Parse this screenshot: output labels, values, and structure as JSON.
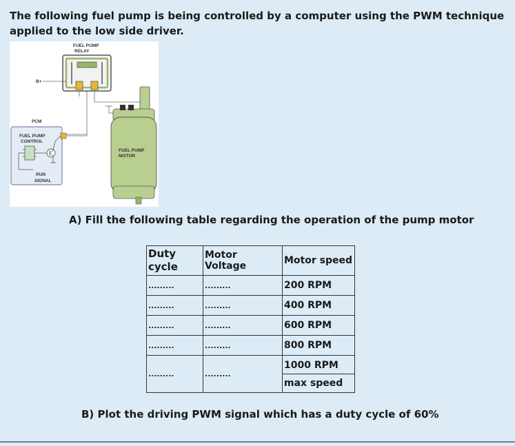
{
  "intro": {
    "text": "The following fuel pump is being controlled by a computer using the PWM technique applied to the low side driver."
  },
  "figure": {
    "relay_label_1": "FUEL PUMP",
    "relay_label_2": "RELAY",
    "bplus": "B+",
    "pcm": "PCM",
    "control_label_1": "FUEL PUMP",
    "control_label_2": "CONTROL",
    "run_label_1": "RUN",
    "run_label_2": "SIGNAL",
    "motor_label_1": "FUEL PUMP",
    "motor_label_2": "MOTOR"
  },
  "question_a": "A)  Fill the following table regarding the operation of the pump motor",
  "table": {
    "headers": [
      "Duty cycle",
      "Motor Voltage",
      "Motor speed"
    ],
    "rows": [
      {
        "duty": ".........",
        "voltage": ".........",
        "speed": "200 RPM"
      },
      {
        "duty": ".........",
        "voltage": ".........",
        "speed": "400 RPM"
      },
      {
        "duty": ".........",
        "voltage": ".........",
        "speed": "600 RPM"
      },
      {
        "duty": ".........",
        "voltage": ".........",
        "speed": "800 RPM"
      },
      {
        "duty": ".........",
        "voltage": ".........",
        "speed": "1000 RPM"
      },
      {
        "duty": "",
        "voltage": "",
        "speed": "max speed"
      }
    ]
  },
  "question_b": "B)  Plot the driving PWM signal which has a duty cycle of 60%"
}
